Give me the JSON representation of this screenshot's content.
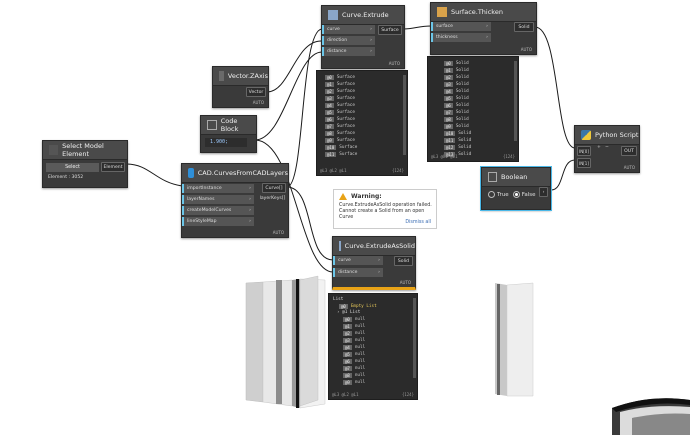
{
  "nodes": {
    "select_model_element": {
      "title": "Select Model Element",
      "button": "Select",
      "output": "Element",
      "element_label": "Element : 3052"
    },
    "vector_zaxis": {
      "title": "Vector.ZAxis",
      "output": "Vector",
      "lacing": "AUTO"
    },
    "code_block": {
      "title": "Code Block",
      "code": "1.900;"
    },
    "cad_curves": {
      "title": "CAD.CurvesFromCADLayers",
      "inputs": [
        "importInstance",
        "layerNames",
        "createModelCurves",
        "lineStyleMap"
      ],
      "outputs": [
        "Curve[]",
        "layerKeys[]"
      ],
      "lacing": "AUTO"
    },
    "curve_extrude": {
      "title": "Curve.Extrude",
      "inputs": [
        "curve",
        "direction",
        "distance"
      ],
      "output": "Surface",
      "lacing": "AUTO",
      "preview_item": "Surface",
      "preview_count": 12,
      "preview_foot_left": "@L3 @L2 @L1",
      "preview_foot_right": "{124}"
    },
    "surface_thicken": {
      "title": "Surface.Thicken",
      "inputs": [
        "surface",
        "thickness"
      ],
      "output": "Solid",
      "lacing": "AUTO",
      "preview_item": "Solid",
      "preview_count": 14,
      "preview_foot_left": "@L3 @L2 @L1",
      "preview_foot_right": "{124}"
    },
    "python_script": {
      "title": "Python Script",
      "inputs": [
        "IN[0]",
        "IN[1]"
      ],
      "output": "OUT",
      "add_port": "+",
      "remove_port": "−",
      "lacing": "AUTO"
    },
    "boolean": {
      "title": "Boolean",
      "true_label": "True",
      "false_label": "False"
    },
    "curve_extrude_as_solid": {
      "title": "Curve.ExtrudeAsSolid",
      "inputs": [
        "curve",
        "distance"
      ],
      "output": "Solid",
      "lacing": "AUTO",
      "preview_header": "List",
      "preview_empty": "Empty List",
      "preview_sublist": "List",
      "preview_item": "null",
      "preview_count": 10,
      "preview_foot_left": "@L3 @L2 @L1",
      "preview_foot_right": "{124}"
    }
  },
  "warning": {
    "title": "Warning:",
    "message": "Curve.ExtrudeAsSolid operation failed. Cannot create a Solid from an open Curve",
    "dismiss": "Dismiss all"
  },
  "colors": {
    "port_accent": "#6bc6e8",
    "warning_icon": "#e8a317",
    "wire": "#1a1a1a",
    "selected_outline": "#4ab8e8"
  }
}
